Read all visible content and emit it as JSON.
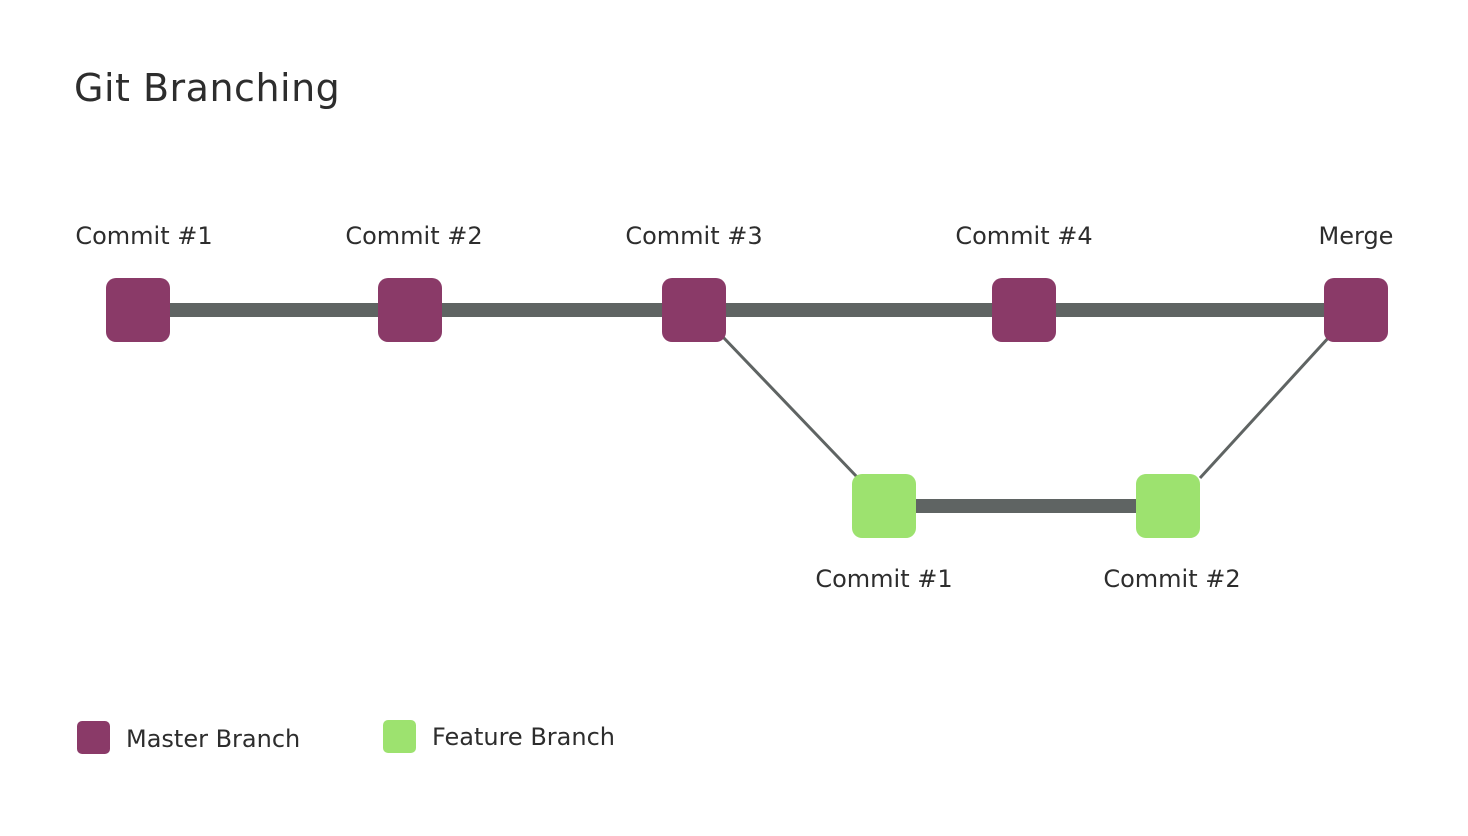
{
  "title": "Git Branching",
  "colors": {
    "master": "#8a3a68",
    "feature": "#9de26f",
    "main_line": "#5f6463",
    "branch_line": "#5f6463"
  },
  "master_commits": [
    {
      "id": "m1",
      "label": "Commit #1"
    },
    {
      "id": "m2",
      "label": "Commit #2"
    },
    {
      "id": "m3",
      "label": "Commit #3"
    },
    {
      "id": "m4",
      "label": "Commit #4"
    },
    {
      "id": "m5",
      "label": "Merge"
    }
  ],
  "feature_commits": [
    {
      "id": "f1",
      "label": "Commit #1"
    },
    {
      "id": "f2",
      "label": "Commit #2"
    }
  ],
  "legend": [
    {
      "label": "Master Branch",
      "color": "#8a3a68"
    },
    {
      "label": "Feature Branch",
      "color": "#9de26f"
    }
  ]
}
